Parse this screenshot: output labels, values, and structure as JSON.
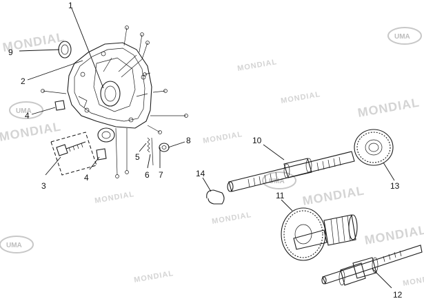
{
  "watermarks": {
    "brand": "MONDIAL",
    "logo": "UMA"
  },
  "parts": [
    {
      "id": "part-1",
      "label": "1"
    },
    {
      "id": "part-2",
      "label": "2"
    },
    {
      "id": "part-3",
      "label": "3"
    },
    {
      "id": "part-4a",
      "label": "4"
    },
    {
      "id": "part-4b",
      "label": "4"
    },
    {
      "id": "part-5",
      "label": "5"
    },
    {
      "id": "part-6",
      "label": "6"
    },
    {
      "id": "part-7",
      "label": "7"
    },
    {
      "id": "part-8",
      "label": "8"
    },
    {
      "id": "part-9",
      "label": "9"
    },
    {
      "id": "part-10",
      "label": "10"
    },
    {
      "id": "part-11",
      "label": "11"
    },
    {
      "id": "part-12",
      "label": "12"
    },
    {
      "id": "part-13",
      "label": "13"
    },
    {
      "id": "part-14",
      "label": "14"
    }
  ]
}
